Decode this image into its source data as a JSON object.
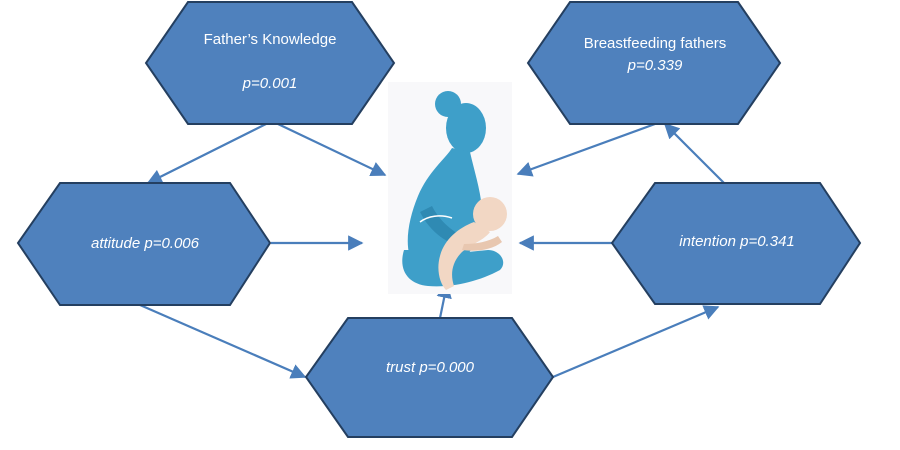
{
  "nodes": {
    "knowledge": {
      "title": "Father’s Knowledge",
      "value": "p=0.001"
    },
    "fathers": {
      "title": "Breastfeeding fathers",
      "value": "p=0.339"
    },
    "attitude": {
      "label": "attitude p=0.006"
    },
    "intention": {
      "label": "intention p=0.341"
    },
    "trust": {
      "label": "trust p=0.000"
    }
  },
  "center_icon": "breastfeeding-mother-icon",
  "colors": {
    "hex_fill": "#4f81bd",
    "hex_stroke": "#243f60",
    "arrow": "#4a7ebb",
    "mother": "#3e9fc9",
    "baby": "#f2d7c4"
  }
}
